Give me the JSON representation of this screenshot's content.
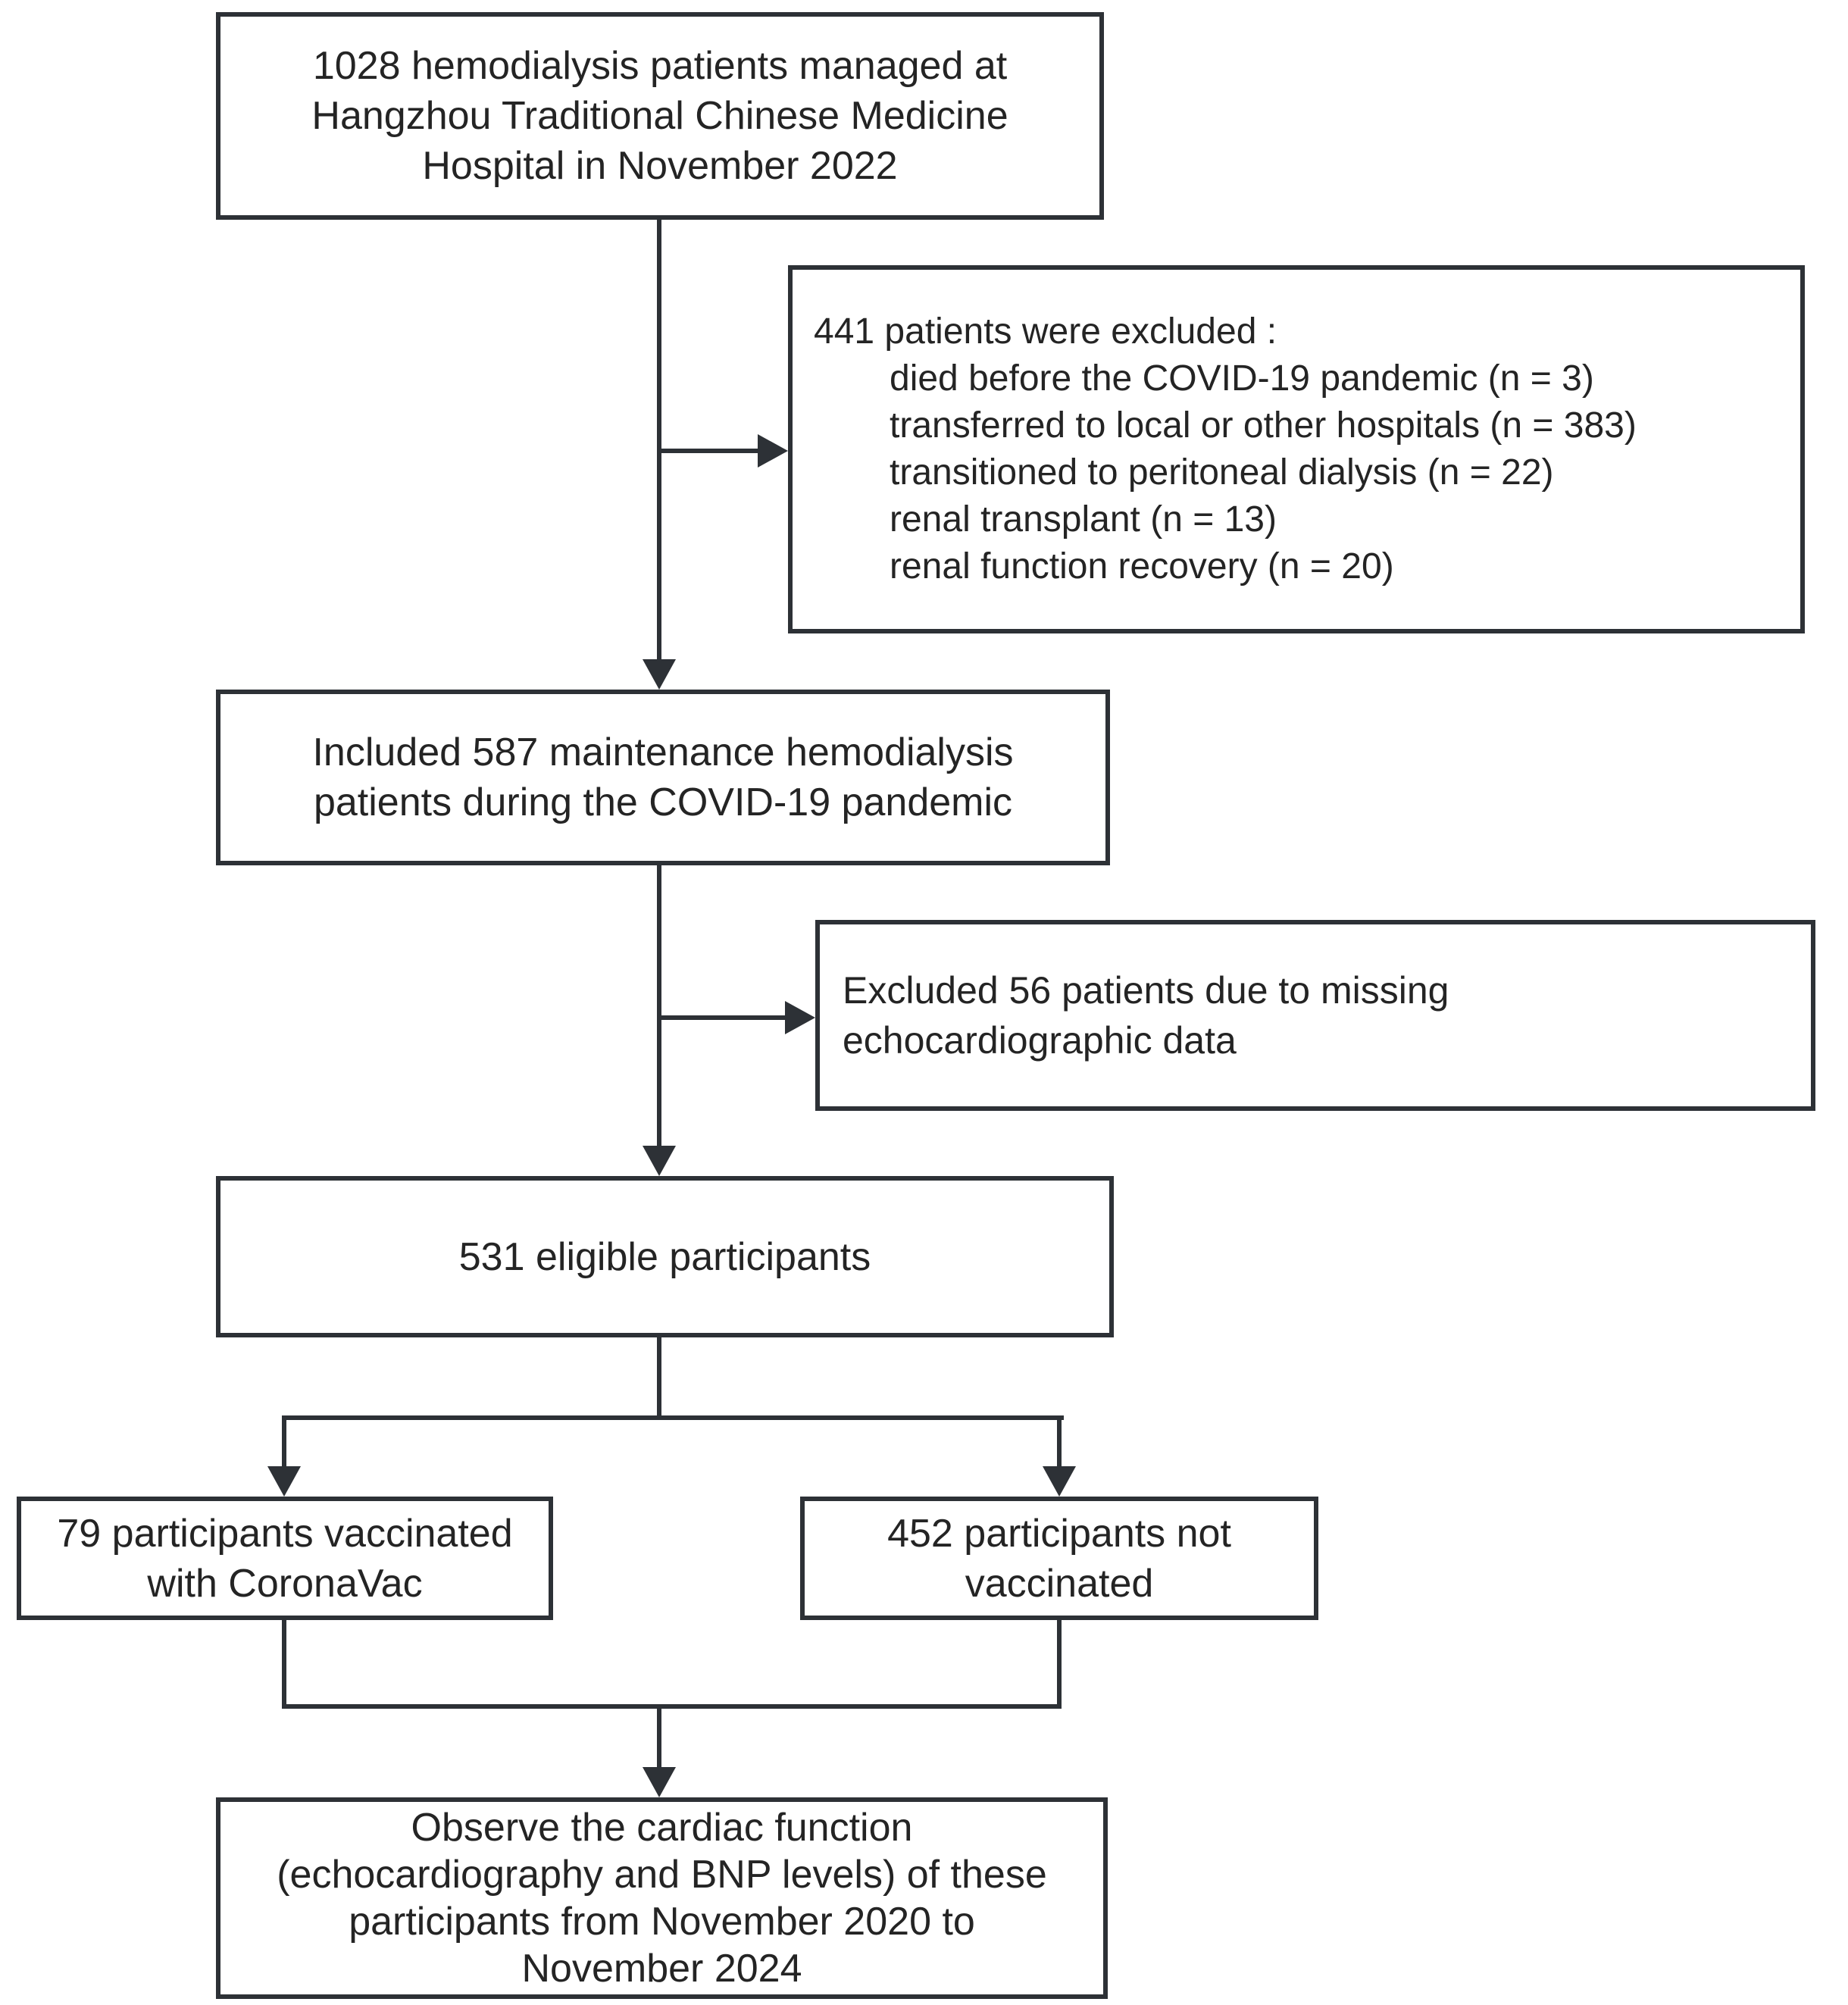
{
  "flowchart": {
    "colors": {
      "border": "#2d3136",
      "line": "#2d3136",
      "text": "#242424",
      "background": "#ffffff"
    },
    "boxes": {
      "initial": {
        "lines": [
          "1028 hemodialysis patients managed at",
          "Hangzhou Traditional Chinese Medicine",
          "Hospital in November 2022"
        ]
      },
      "exclusion1": {
        "heading": "441 patients were excluded :",
        "items": [
          "died before the COVID-19 pandemic (n = 3)",
          "transferred to local or other hospitals (n = 383)",
          "transitioned to peritoneal dialysis (n = 22)",
          "renal transplant (n = 13)",
          "renal function recovery (n = 20)"
        ]
      },
      "included": {
        "lines": [
          "Included 587 maintenance hemodialysis",
          "patients during the COVID-19 pandemic"
        ]
      },
      "exclusion2": {
        "lines": [
          "Excluded 56 patients due to missing",
          "echocardiographic data"
        ]
      },
      "eligible": {
        "text": "531 eligible participants"
      },
      "vaccinated": {
        "lines": [
          "79 participants vaccinated",
          "with CoronaVac"
        ]
      },
      "not_vaccinated": {
        "lines": [
          "452 participants not",
          "vaccinated"
        ]
      },
      "outcome": {
        "lines": [
          "Observe the cardiac function",
          "(echocardiography and BNP levels) of these",
          "participants from November 2020 to",
          "November 2024"
        ]
      }
    }
  }
}
